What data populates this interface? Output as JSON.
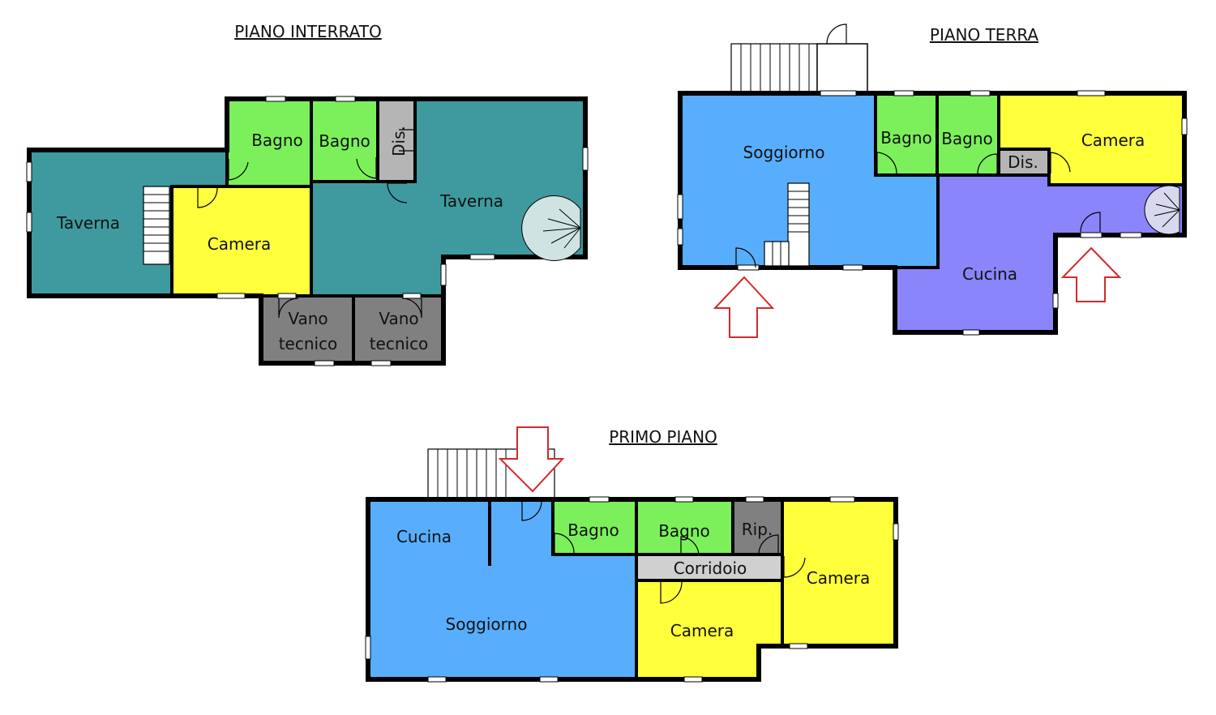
{
  "colors": {
    "taverna": "#3f9a9f",
    "bagno": "#7cf05b",
    "camera": "#ffff3c",
    "soggiorno": "#58aefc",
    "cucina_terra": "#8a85fb",
    "tecnico": "#808080",
    "dis": "#b5b5b5",
    "corridoio": "#d0d0d0",
    "arrow": "#d22b2b"
  },
  "floors": {
    "interrato": {
      "title": "PIANO INTERRATO",
      "rooms": {
        "taverna_left": "Taverna",
        "bagno_1": "Bagno",
        "bagno_2": "Bagno",
        "dis": "Dis.",
        "taverna_right": "Taverna",
        "camera": "Camera",
        "vano_1_l1": "Vano",
        "vano_1_l2": "tecnico",
        "vano_2_l1": "Vano",
        "vano_2_l2": "tecnico"
      }
    },
    "terra": {
      "title": "PIANO TERRA",
      "rooms": {
        "soggiorno": "Soggiorno",
        "bagno_1": "Bagno",
        "bagno_2": "Bagno",
        "camera": "Camera",
        "dis": "Dis.",
        "cucina": "Cucina"
      }
    },
    "primo": {
      "title": "PRIMO PIANO",
      "rooms": {
        "cucina": "Cucina",
        "soggiorno": "Soggiorno",
        "bagno_1": "Bagno",
        "bagno_2": "Bagno",
        "rip": "Rip.",
        "corridoio": "Corridoio",
        "camera_1": "Camera",
        "camera_2": "Camera"
      }
    }
  }
}
